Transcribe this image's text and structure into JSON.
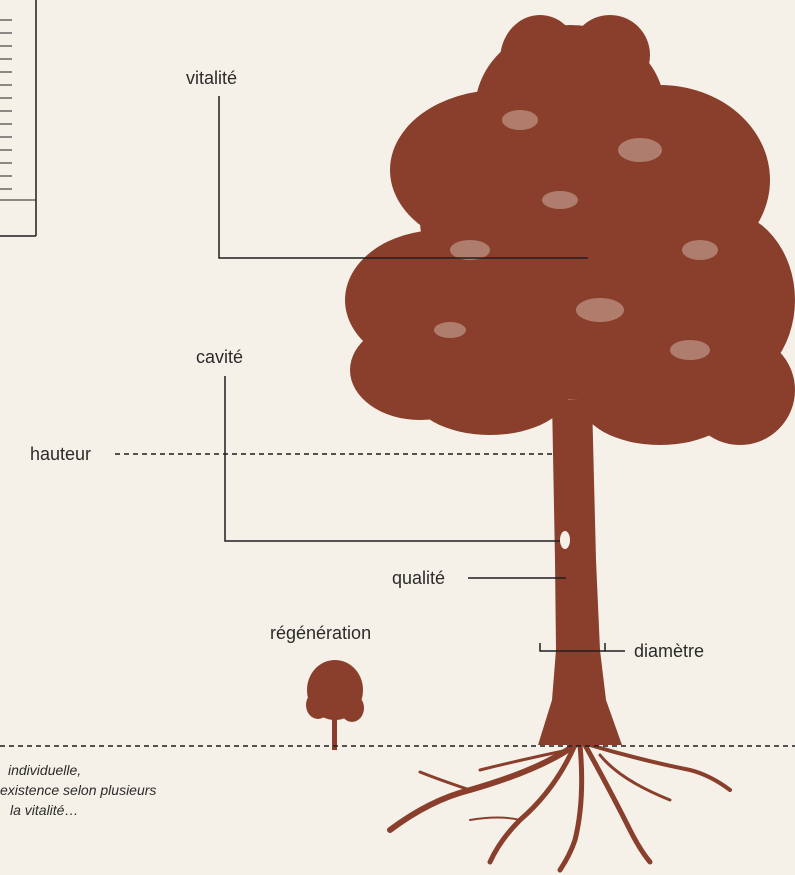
{
  "labels": {
    "vitalite": "vitalité",
    "cavite": "cavité",
    "hauteur": "hauteur",
    "qualite": "qualité",
    "regeneration": "régénération",
    "diametre": "diamètre"
  },
  "caption": {
    "line1": "individuelle,",
    "line2": "existence selon plusieurs",
    "line3": "la vitalité…"
  },
  "colors": {
    "tree": "#8a3f2c",
    "background": "#f5f1e8",
    "line": "#1f1f1f"
  }
}
